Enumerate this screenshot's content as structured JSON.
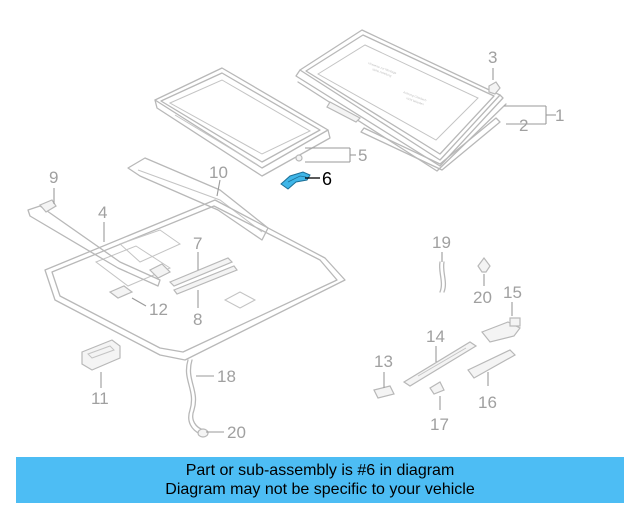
{
  "diagram": {
    "callouts": {
      "c1": "1",
      "c2": "2",
      "c3": "3",
      "c4": "4",
      "c5": "5",
      "c6": "6",
      "c7": "7",
      "c8": "8",
      "c9": "9",
      "c10": "10",
      "c11": "11",
      "c12": "12",
      "c13": "13",
      "c14": "14",
      "c15": "15",
      "c16": "16",
      "c17": "17",
      "c18": "18",
      "c19": "19",
      "c20a": "20",
      "c20b": "20"
    },
    "highlighted_part": "6",
    "highlight_color": "#3fb6e8",
    "callout_color": "#a0a0a0"
  },
  "banner": {
    "line1": "Part or sub-assembly is #6 in diagram",
    "line2": "Diagram may not be specific to your vehicle",
    "background": "#4dbdf4"
  }
}
